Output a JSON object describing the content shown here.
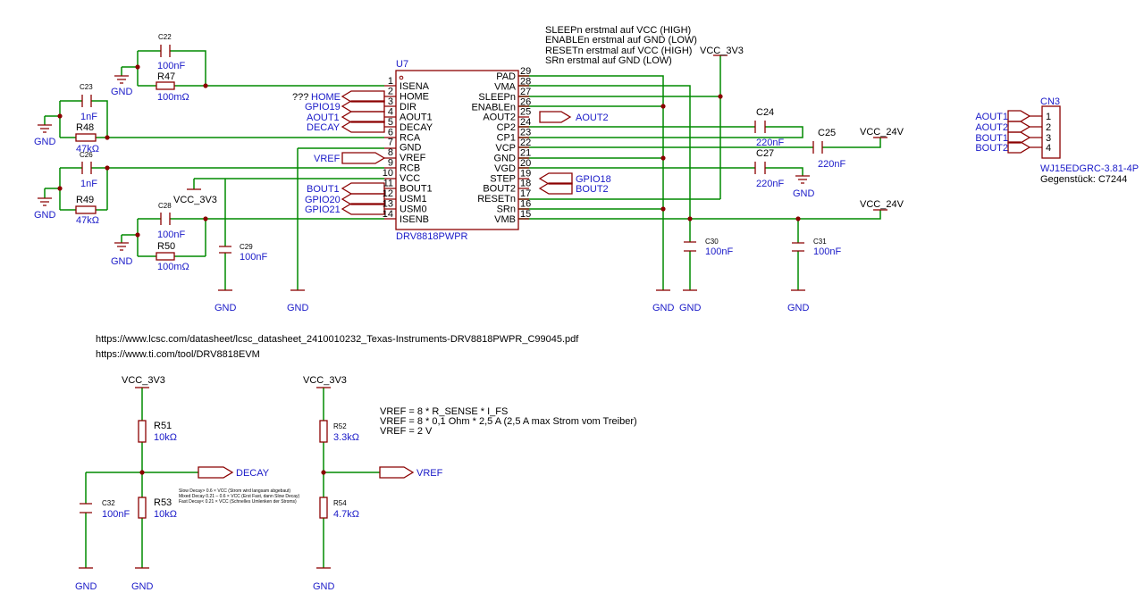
{
  "chip": {
    "ref": "U7",
    "part": "DRV8818PWPR",
    "left_pins": [
      {
        "num": "1",
        "name": "ISENA"
      },
      {
        "num": "2",
        "name": "HOME"
      },
      {
        "num": "3",
        "name": "DIR"
      },
      {
        "num": "4",
        "name": "AOUT1"
      },
      {
        "num": "5",
        "name": "DECAY"
      },
      {
        "num": "6",
        "name": "RCA"
      },
      {
        "num": "7",
        "name": "GND"
      },
      {
        "num": "8",
        "name": "VREF"
      },
      {
        "num": "9",
        "name": "RCB"
      },
      {
        "num": "10",
        "name": "VCC"
      },
      {
        "num": "11",
        "name": "BOUT1"
      },
      {
        "num": "12",
        "name": "USM1"
      },
      {
        "num": "13",
        "name": "USM0"
      },
      {
        "num": "14",
        "name": "ISENB"
      }
    ],
    "right_pins": [
      {
        "num": "29",
        "name": "PAD"
      },
      {
        "num": "28",
        "name": "VMA"
      },
      {
        "num": "27",
        "name": "SLEEPn"
      },
      {
        "num": "26",
        "name": "ENABLEn"
      },
      {
        "num": "25",
        "name": "AOUT2"
      },
      {
        "num": "24",
        "name": "CP2"
      },
      {
        "num": "23",
        "name": "CP1"
      },
      {
        "num": "22",
        "name": "VCP"
      },
      {
        "num": "21",
        "name": "GND"
      },
      {
        "num": "20",
        "name": "VGD"
      },
      {
        "num": "19",
        "name": "STEP"
      },
      {
        "num": "18",
        "name": "BOUT2"
      },
      {
        "num": "17",
        "name": "RESETn"
      },
      {
        "num": "16",
        "name": "SRn"
      },
      {
        "num": "15",
        "name": "VMB"
      }
    ]
  },
  "notes": [
    "SLEEPn erstmal auf VCC (HIGH)",
    "ENABLEn erstmal auf GND (LOW)",
    "RESETn erstmal auf VCC (HIGH)",
    "SRn erstmal auf GND (LOW)"
  ],
  "left_net_labels": {
    "home_prefix": "???",
    "home": "HOME",
    "gpio19": "GPIO19",
    "aout1": "AOUT1",
    "decay": "DECAY",
    "vref": "VREF",
    "bout1": "BOUT1",
    "gpio20": "GPIO20",
    "gpio21": "GPIO21"
  },
  "right_net_labels": {
    "aout2": "AOUT2",
    "gpio18": "GPIO18",
    "bout2": "BOUT2"
  },
  "power": {
    "gnd": "GND",
    "vcc33": "VCC_3V3",
    "vcc24": "VCC_24V"
  },
  "components": {
    "c22": {
      "ref": "C22",
      "value": "100nF"
    },
    "r47": {
      "ref": "R47",
      "value": "100mΩ"
    },
    "c23": {
      "ref": "C23",
      "value": "1nF"
    },
    "r48": {
      "ref": "R48",
      "value": "47kΩ"
    },
    "c26": {
      "ref": "C26",
      "value": "1nF"
    },
    "r49": {
      "ref": "R49",
      "value": "47kΩ"
    },
    "c28": {
      "ref": "C28",
      "value": "100nF"
    },
    "r50": {
      "ref": "R50",
      "value": "100mΩ"
    },
    "c29": {
      "ref": "C29",
      "value": "100nF"
    },
    "c24": {
      "ref": "C24",
      "value": "220nF"
    },
    "c25": {
      "ref": "C25",
      "value": "220nF"
    },
    "c27": {
      "ref": "C27",
      "value": "220nF"
    },
    "c30": {
      "ref": "C30",
      "value": "100nF"
    },
    "c31": {
      "ref": "C31",
      "value": "100nF"
    },
    "r51": {
      "ref": "R51",
      "value": "10kΩ"
    },
    "r53": {
      "ref": "R53",
      "value": "10kΩ"
    },
    "c32": {
      "ref": "C32",
      "value": "100nF"
    },
    "r52": {
      "ref": "R52",
      "value": "3.3kΩ"
    },
    "r54": {
      "ref": "R54",
      "value": "4.7kΩ"
    }
  },
  "connector": {
    "ref": "CN3",
    "part": "WJ15EDGRC-3.81-4P",
    "counterpart": "Gegenstück: C7244",
    "pins": [
      {
        "num": "1",
        "net": "AOUT1"
      },
      {
        "num": "2",
        "net": "AOUT2"
      },
      {
        "num": "3",
        "net": "BOUT1"
      },
      {
        "num": "4",
        "net": "BOUT2"
      }
    ]
  },
  "links": [
    "https://www.lcsc.com/datasheet/lcsc_datasheet_2410010232_Texas-Instruments-DRV8818PWPR_C99045.pdf",
    "https://www.ti.com/tool/DRV8818EVM"
  ],
  "decay_section": {
    "label": "DECAY",
    "notes": [
      "Slow Decay> 0.6 × VCC (Strom wird langsam abgebaut)",
      "Mixed Decay 0.21 – 0.6 × VCC (Erst Fast, dann Slow Decay)",
      "Fast Decay< 0.21 × VCC (Schnelles Umlenken der Stroms)"
    ]
  },
  "vref_section": {
    "label": "VREF",
    "formulas": [
      "VREF = 8 * R_SENSE  * I_FS",
      "VREF = 8 * 0,1 Ohm * 2,5 A (2,5 A max Strom vom Treiber)",
      "VREF = 2 V"
    ]
  },
  "colors": {
    "wire": "#008a00",
    "part": "#8b0000",
    "net_label": "#1a1ac8",
    "text": "#000000"
  }
}
